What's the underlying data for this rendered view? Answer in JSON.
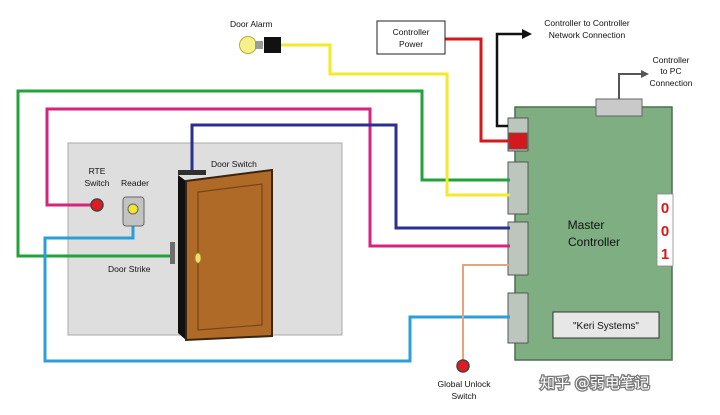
{
  "labels": {
    "door_alarm": "Door Alarm",
    "controller_power_line1": "Controller",
    "controller_power_line2": "Power",
    "c2c_line1": "Controller to Controller",
    "c2c_line2": "Network Connection",
    "c2pc_line1": "Controller",
    "c2pc_line2": "to PC",
    "c2pc_line3": "Connection",
    "rte_line1": "RTE",
    "rte_line2": "Switch",
    "reader": "Reader",
    "door_switch": "Door Switch",
    "door_strike": "Door Strike",
    "master_line1": "Master",
    "master_line2": "Controller",
    "brand": "\"Keri Systems\"",
    "global_unlock_line1": "Global Unlock",
    "global_unlock_line2": "Switch"
  },
  "controller_id_digits": [
    "0",
    "0",
    "1"
  ],
  "watermark": "知乎 @弱电笔记",
  "wire_colors": {
    "green": "#22a33a",
    "magenta": "#d6237c",
    "navy": "#2b2f8f",
    "yellow": "#f2ea2a",
    "red": "#d4191c",
    "blue": "#2c9fd8",
    "orange": "#e8a37a"
  },
  "icons": [
    "light-bulb-icon",
    "rte-button-icon",
    "reader-icon",
    "network-arrow-icon",
    "pc-arrow-icon",
    "global-unlock-button-icon"
  ]
}
